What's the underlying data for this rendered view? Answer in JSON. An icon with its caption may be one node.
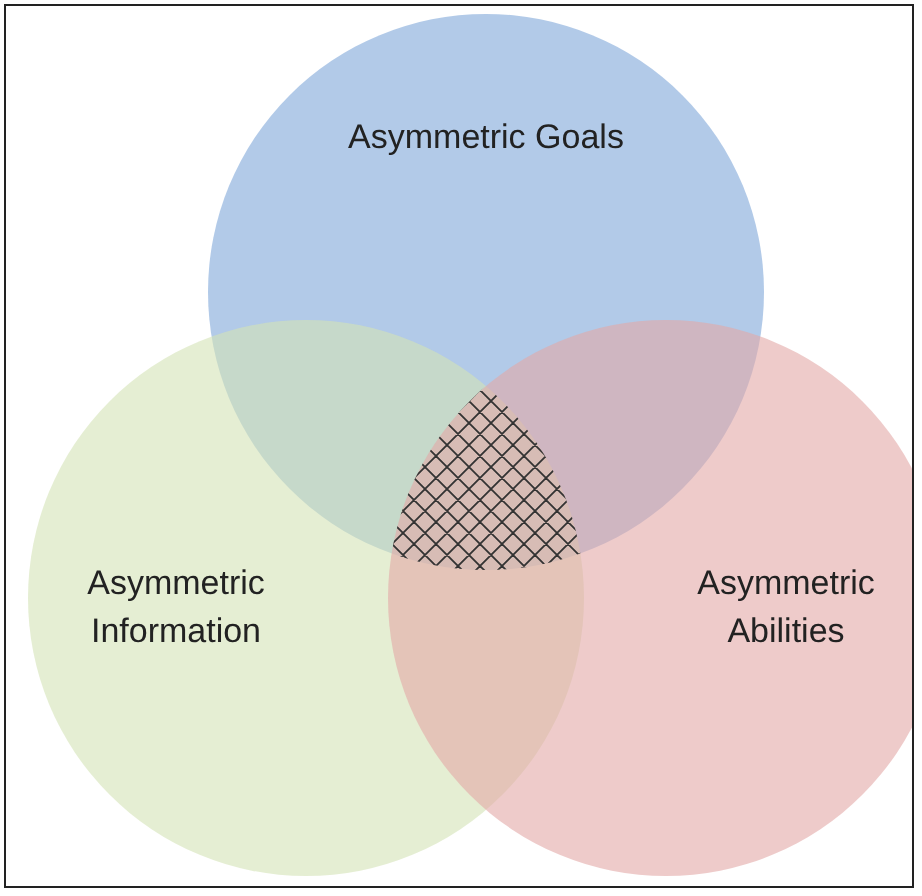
{
  "diagram": {
    "nodes": [
      {
        "text": [
          "Asymmetric Goals"
        ]
      },
      {
        "text": [
          "Asymmetric Information"
        ]
      },
      {
        "text": [
          "Asymmetric Abilities"
        ]
      }
    ]
  }
}
